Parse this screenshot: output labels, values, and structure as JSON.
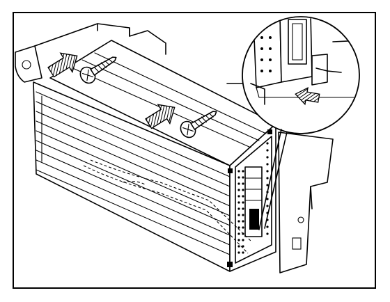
{
  "figure": {
    "frame": "border",
    "description_items": [
      "amplifier-module",
      "mounting-bracket",
      "screw",
      "screw",
      "removal-arrow",
      "removal-arrow",
      "detail-callout",
      "connector-release-arrow",
      "wiring-harness"
    ]
  },
  "colors": {
    "ink": "#000000",
    "paper": "#ffffff"
  }
}
